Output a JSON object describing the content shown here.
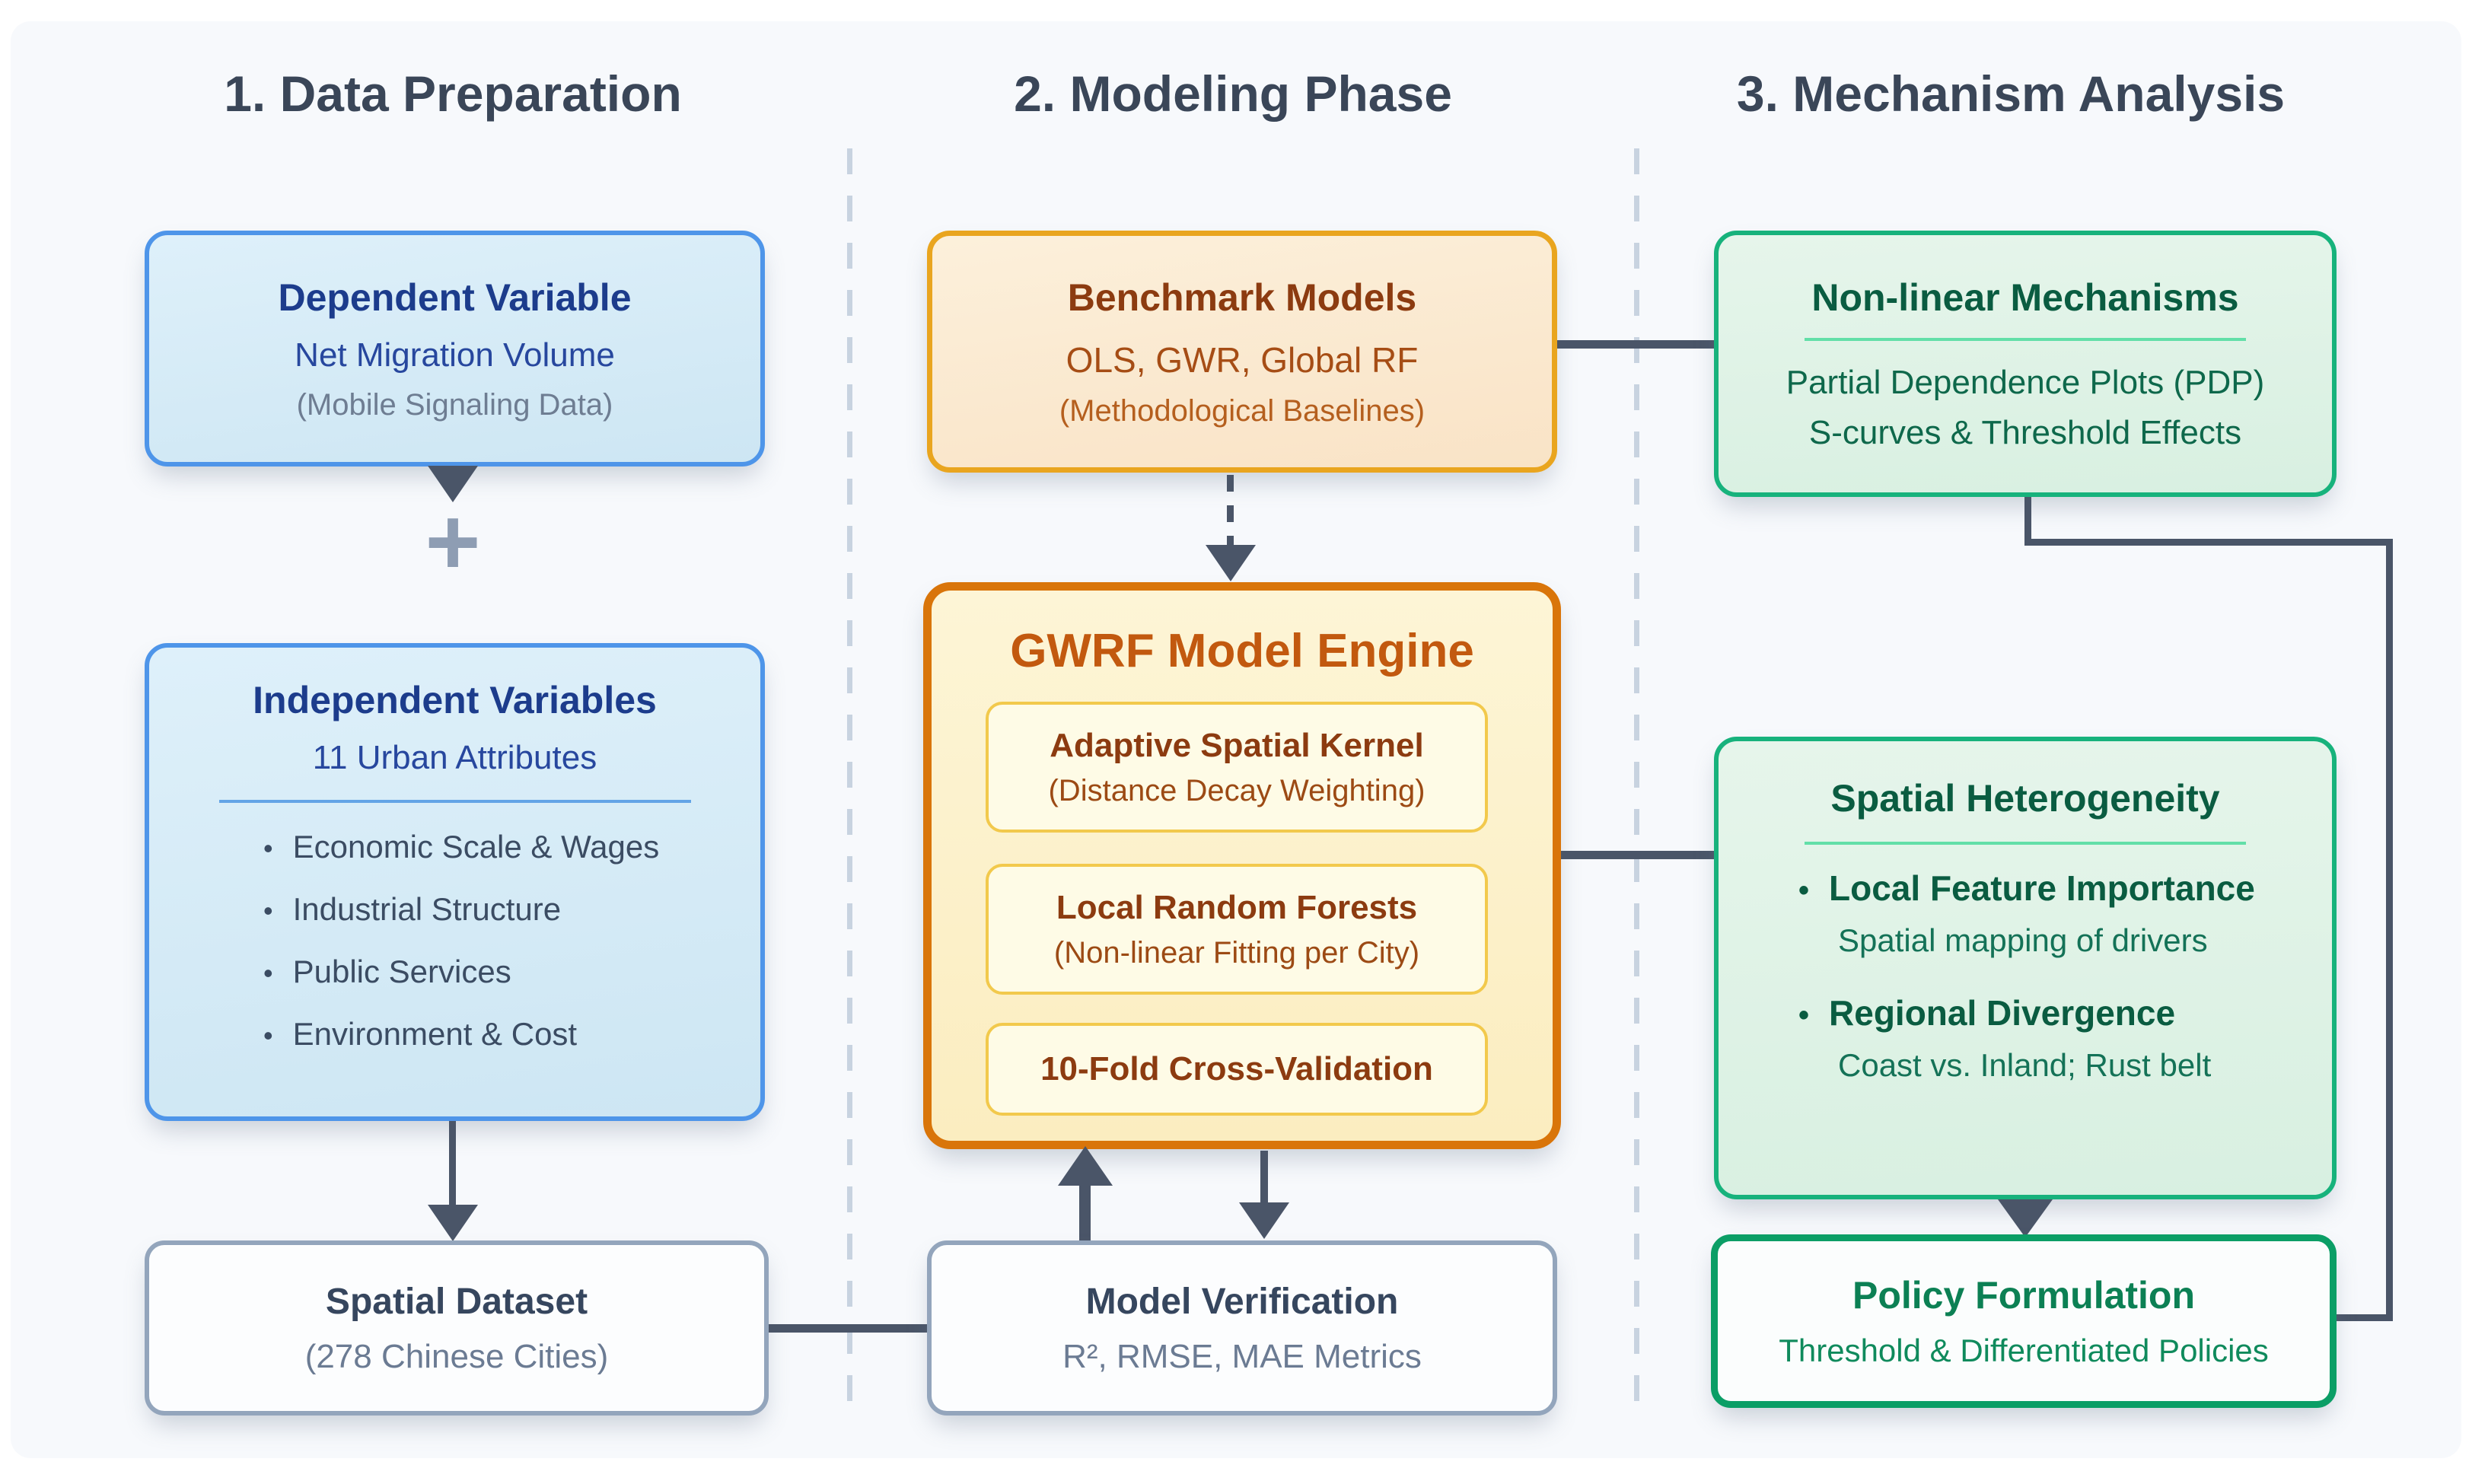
{
  "sections": [
    {
      "title": "1. Data Preparation"
    },
    {
      "title": "2. Modeling Phase"
    },
    {
      "title": "3. Mechanism Analysis"
    }
  ],
  "boxes": {
    "dependent_variable": {
      "title": "Dependent Variable",
      "line1": "Net Migration Volume",
      "line2": "(Mobile Signaling Data)"
    },
    "plus_sign": "+",
    "independent_variables": {
      "title": "Independent Variables",
      "subtitle": "11 Urban Attributes",
      "bullets": [
        "Economic Scale & Wages",
        "Industrial Structure",
        "Public Services",
        "Environment & Cost"
      ]
    },
    "spatial_dataset": {
      "title": "Spatial Dataset",
      "subtitle": "(278 Chinese Cities)"
    },
    "benchmark_models": {
      "title": "Benchmark Models",
      "line1": "OLS, GWR, Global RF",
      "line2": "(Methodological Baselines)"
    },
    "gwrf_engine": {
      "title": "GWRF Model Engine",
      "modules": [
        {
          "title": "Adaptive Spatial Kernel",
          "subtitle": "(Distance Decay Weighting)"
        },
        {
          "title": "Local Random Forests",
          "subtitle": "(Non-linear Fitting per City)"
        },
        {
          "title": "10-Fold Cross-Validation"
        }
      ]
    },
    "model_verification": {
      "title": "Model Verification",
      "subtitle": "R², RMSE, MAE Metrics"
    },
    "nonlinear_mechanisms": {
      "title": "Non-linear Mechanisms",
      "lines": [
        "Partial Dependence Plots (PDP)",
        "S-curves & Threshold Effects"
      ]
    },
    "spatial_heterogeneity": {
      "title": "Spatial Heterogeneity",
      "items": [
        {
          "title": "Local Feature Importance",
          "subtitle": "Spatial mapping of drivers"
        },
        {
          "title": "Regional Divergence",
          "subtitle": "Coast vs. Inland; Rust belt"
        }
      ]
    },
    "policy_formulation": {
      "title": "Policy Formulation",
      "subtitle": "Threshold & Differentiated Policies"
    }
  },
  "colors": {
    "background_panel": "#f7f9fc",
    "header_text": "#3a4658",
    "blue_border": "#4e95e9",
    "blue_title": "#1c3c8c",
    "slate_border": "#93a5bc",
    "orange_border": "#e9a51f",
    "deep_orange_border": "#d9750a",
    "module_border": "#f2c94c",
    "rust_text": "#8c3b10",
    "green_border": "#17b27c",
    "deep_green_border": "#0b9e66",
    "green_text": "#0a5c41",
    "arrow": "#4a5568",
    "divider_dash": "#c8d3e0"
  }
}
